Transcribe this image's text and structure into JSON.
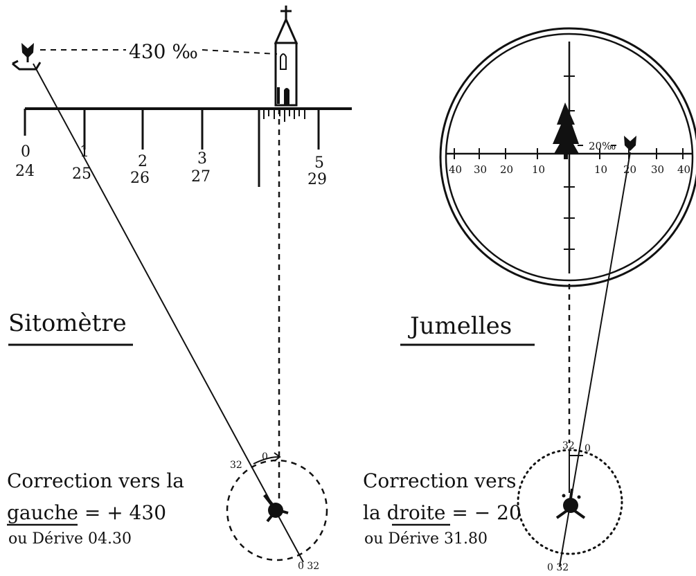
{
  "left": {
    "distance_label": "430 ‰",
    "scale_marks": [
      {
        "top": "0",
        "bottom": "24"
      },
      {
        "top": "1",
        "bottom": "25"
      },
      {
        "top": "2",
        "bottom": "26"
      },
      {
        "top": "3",
        "bottom": "27"
      },
      {
        "top": "5",
        "bottom": "29"
      }
    ],
    "title": "Sitomètre",
    "circle_label_left": "32",
    "circle_label_top": "0",
    "circle_label_bottom": "0 32",
    "note_line1": "Correction vers la",
    "note_line2_word": "gauche",
    "note_line2_rest": " = + 430",
    "note_line3": "ou Dérive  04.30"
  },
  "right": {
    "reticle_offset_label": "20‰",
    "reticle_ticks_left": [
      "40",
      "30",
      "20",
      "10"
    ],
    "reticle_ticks_right": [
      "10",
      "20",
      "30",
      "40"
    ],
    "title": "Jumelles",
    "circle_label_top_left": "32",
    "circle_label_top_right": "0",
    "circle_label_bottom": "0 32",
    "note_line1": "Correction vers",
    "note_line2_prefix": "la ",
    "note_line2_word": "droite",
    "note_line2_rest": " = − 20",
    "note_line3": "ou Dérive 31.80"
  },
  "icons": [
    "target-icon",
    "church-icon",
    "tree-icon",
    "gun-icon"
  ]
}
